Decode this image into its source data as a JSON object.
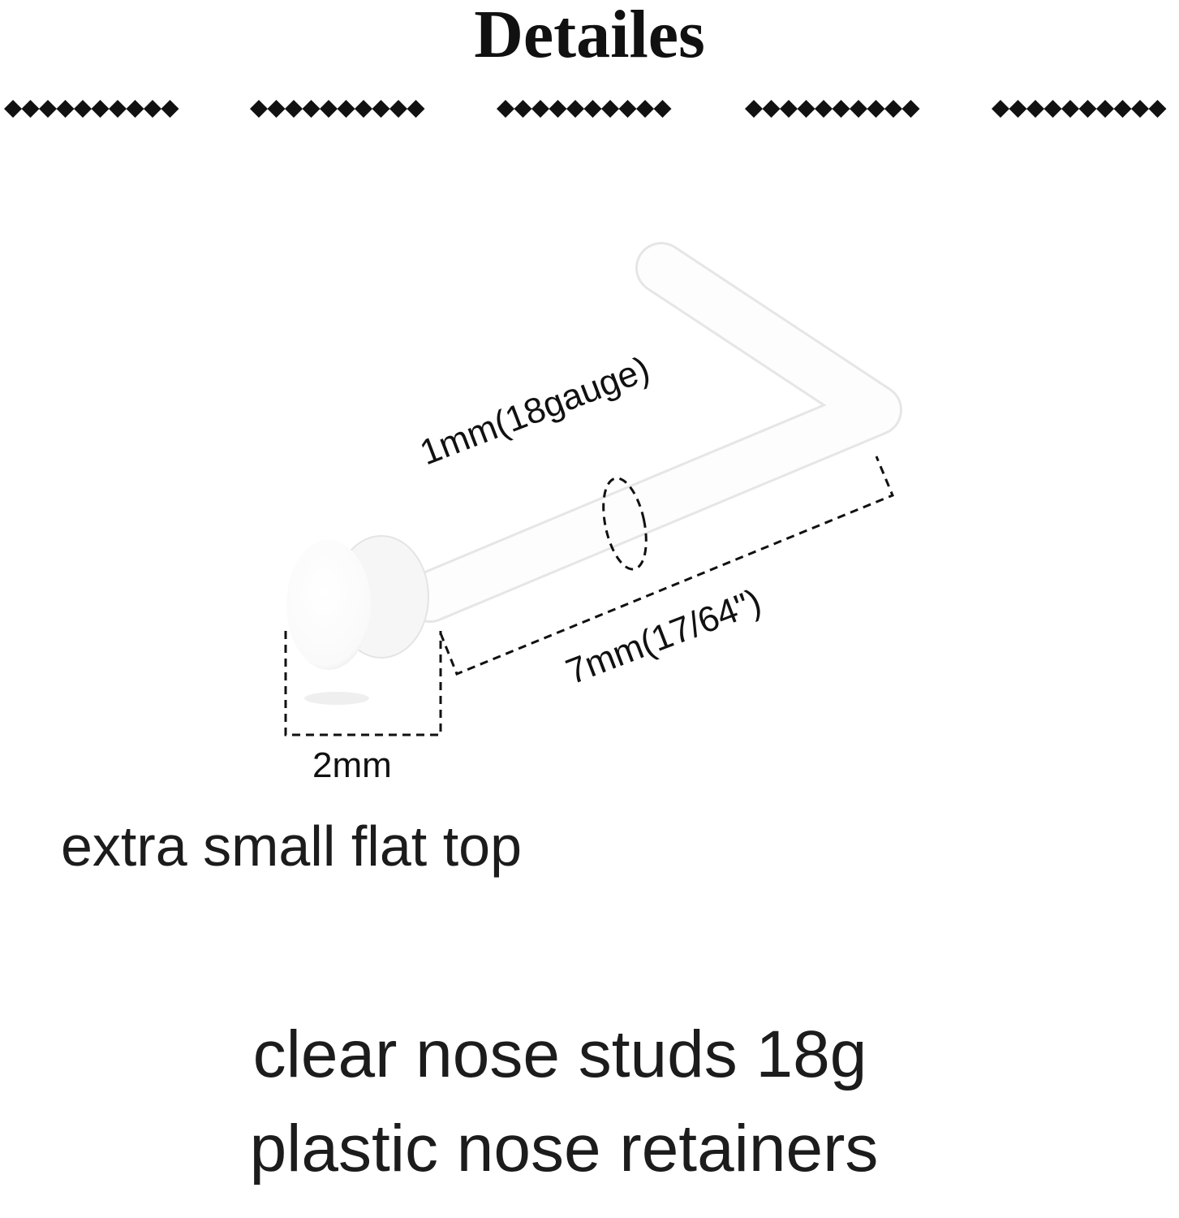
{
  "title": "Detailes",
  "divider_groups": 5,
  "diamonds_per_group": 10,
  "dimensions": {
    "gauge": "1mm(18gauge)",
    "length": "7mm(17/64\")",
    "head": "2mm"
  },
  "style_label": "extra small flat top",
  "caption": {
    "line1": "clear nose studs 18g",
    "line2": "plastic nose retainers"
  }
}
